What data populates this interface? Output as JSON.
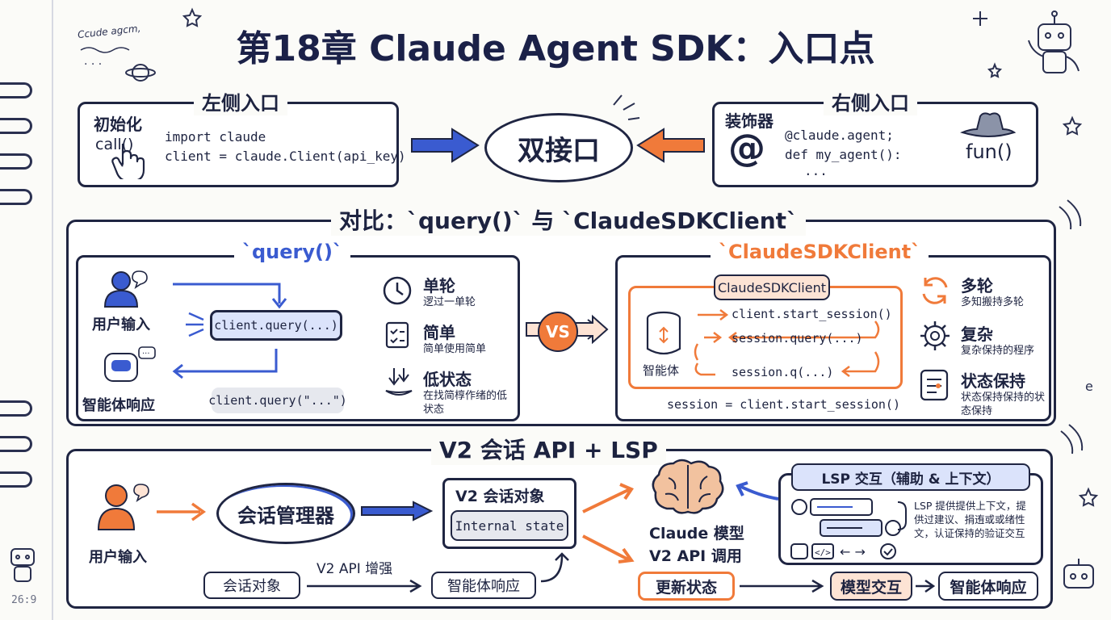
{
  "title": "第18章 Claude Agent SDK：入口点",
  "doodle_note": "Ccude agcm,",
  "page_number": "26:9",
  "left_entry": {
    "heading": "左侧入口",
    "init_label": "初始化",
    "call_label": "call()",
    "code_line1": "import claude",
    "code_line2": "client = claude.Client(api_key)"
  },
  "center_hub": "双接口",
  "right_entry": {
    "heading": "右侧入口",
    "decorator_label": "装饰器",
    "at_symbol": "@",
    "code_line1": "@claude.agent;",
    "code_line2": "def my_agent():",
    "code_line3": "...",
    "fun_label": "fun()"
  },
  "compare": {
    "heading": "对比：`query()` 与 `ClaudeSDKClient`",
    "vs": "VS",
    "query": {
      "heading": "`query()`",
      "user_input": "用户输入",
      "agent_response": "智能体响应",
      "call_box": "client.query(...)",
      "call_example": "client.query(\"...\")",
      "features": [
        {
          "title": "单轮",
          "desc": "逻过一单轮"
        },
        {
          "title": "简单",
          "desc": "简单使用简单"
        },
        {
          "title": "低状态",
          "desc": "在找简椁作绪的低状态"
        }
      ]
    },
    "client": {
      "heading": "`ClaudeSDKClient`",
      "header_box": "ClaudeSDKClient",
      "agent_label": "智能体",
      "flow1": "client.start_session()",
      "flow2": "session.query(...)",
      "flow3": "session.q(...)",
      "footer_code": "session = client.start_session()",
      "features": [
        {
          "title": "多轮",
          "desc": "多知搬持多轮"
        },
        {
          "title": "复杂",
          "desc": "复杂保持的程序"
        },
        {
          "title": "状态保持",
          "desc": "状态保持保持的状态保持"
        }
      ]
    }
  },
  "v2": {
    "heading": "V2 会话 API + LSP",
    "user_input": "用户输入",
    "session_manager": "会话管理器",
    "session_object_title": "V2 会话对象",
    "internal_state": "Internal state",
    "session_object_small": "会话对象",
    "api_enhance": "V2 API 增强",
    "agent_response_small": "智能体响应",
    "model_label1": "Claude 模型",
    "model_label2": "V2 API 调用",
    "lsp_title": "LSP 交互（辅助 & 上下文）",
    "lsp_desc": "LSP 提供提供上下文，提供过建议、捐迶或或绪性文，认证保持的验证交互",
    "lsp_arrows": "← →",
    "update_state": "更新状态",
    "model_interact": "模型交互",
    "agent_response_final": "智能体响应"
  },
  "colors": {
    "ink": "#1f2542",
    "blue": "#3a5bd0",
    "orange": "#f07a3a",
    "light_blue": "#dbe3fb",
    "light_orange": "#fde3d4",
    "gray_fill": "#e6e8ee"
  }
}
